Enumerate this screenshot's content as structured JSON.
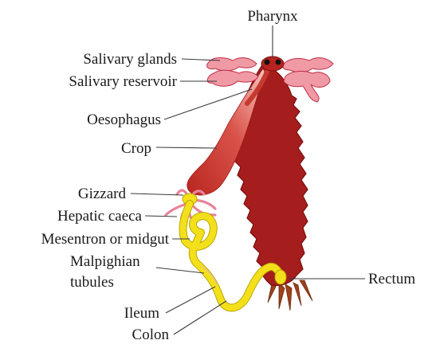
{
  "diagram": {
    "labels": {
      "pharynx": "Pharynx",
      "salivary_glands": "Salivary glands",
      "salivary_reservoir": "Salivary reservoir",
      "oesophagus": "Oesophagus",
      "crop": "Crop",
      "gizzard": "Gizzard",
      "hepatic_caeca": "Hepatic caeca",
      "mesentron": "Mesentron or midgut",
      "malpighian_line1": "Malpighian",
      "malpighian_line2": "tubules",
      "ileum": "Ileum",
      "colon": "Colon",
      "rectum": "Rectum"
    },
    "colors": {
      "body": "#a51d1d",
      "body_outline": "#7a1010",
      "crop_dark": "#b8261f",
      "crop_light": "#f2b3a8",
      "glands": "#f09aa5",
      "glands_outline": "#c0304a",
      "midgut": "#f4e01a",
      "midgut_outline": "#b8a800",
      "caeca": "#f2a2b4",
      "anal_cerci": "#a0401a"
    }
  }
}
